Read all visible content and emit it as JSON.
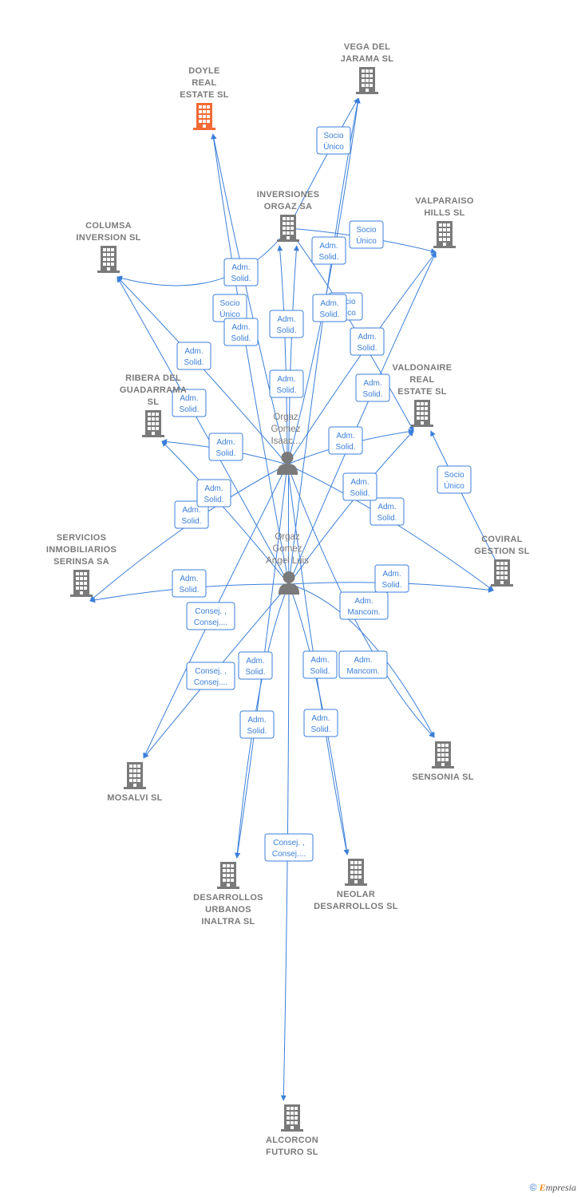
{
  "colors": {
    "edge": "#3b7fd9",
    "node": "#7a7a7a",
    "highlight": "#f26a35"
  },
  "companies": [
    {
      "id": "doyle",
      "lines": [
        "DOYLE",
        "REAL",
        "ESTATE  SL"
      ],
      "highlight": true
    },
    {
      "id": "vega",
      "lines": [
        "VEGA DEL",
        "JARAMA  SL"
      ]
    },
    {
      "id": "inversiones",
      "lines": [
        "INVERSIONES",
        "ORGAZ SA"
      ]
    },
    {
      "id": "valparaiso",
      "lines": [
        "VALPARAISO",
        "HILLS  SL"
      ]
    },
    {
      "id": "columsa",
      "lines": [
        "COLUMSA",
        "INVERSION  SL"
      ]
    },
    {
      "id": "ribera",
      "lines": [
        "RIBERA DEL",
        "GUADARRAMA",
        "SL"
      ]
    },
    {
      "id": "valdonaire",
      "lines": [
        "VALDONAIRE",
        "REAL",
        "ESTATE  SL"
      ]
    },
    {
      "id": "servicios",
      "lines": [
        "SERVICIOS",
        "INMOBILIARIOS",
        "SERINSA SA"
      ]
    },
    {
      "id": "coviral",
      "lines": [
        "COVIRAL",
        "GESTION  SL"
      ]
    },
    {
      "id": "mosalvi",
      "lines": [
        "MOSALVI SL"
      ]
    },
    {
      "id": "sensonia",
      "lines": [
        "SENSONIA  SL"
      ]
    },
    {
      "id": "desarrollos",
      "lines": [
        "DESARROLLOS",
        "URBANOS",
        "INALTRA  SL"
      ]
    },
    {
      "id": "neolar",
      "lines": [
        "NEOLAR",
        "DESARROLLOS SL"
      ]
    },
    {
      "id": "alcorcon",
      "lines": [
        "ALCORCON",
        "FUTURO SL"
      ]
    }
  ],
  "persons": [
    {
      "id": "isaac",
      "lines": [
        "Orgaz",
        "Gomez",
        "Isaac..."
      ]
    },
    {
      "id": "angel",
      "lines": [
        "Orgaz",
        "Gomez",
        "Angel Luis"
      ]
    }
  ],
  "edges": [
    {
      "from": "inversiones",
      "to": "vega",
      "label": [
        "Socio",
        "Único"
      ]
    },
    {
      "from": "inversiones",
      "to": "valparaiso",
      "label": [
        "Socio",
        "Único"
      ]
    },
    {
      "from": "inversiones",
      "to": "valdonaire",
      "label": [
        "Socio",
        "Único"
      ]
    },
    {
      "from": "inversiones",
      "to": "columsa",
      "label": [
        "Socio",
        "Único"
      ]
    },
    {
      "from": "coviral",
      "to": "valdonaire",
      "label": [
        "Socio",
        "Único"
      ]
    },
    {
      "from": "isaac",
      "to": "doyle",
      "label": [
        "Adm.",
        "Solid."
      ]
    },
    {
      "from": "isaac",
      "to": "vega",
      "label": [
        "Adm.",
        "Solid."
      ]
    },
    {
      "from": "isaac",
      "to": "inversiones",
      "label": [
        "Adm.",
        "Solid."
      ]
    },
    {
      "from": "isaac",
      "to": "valparaiso",
      "label": [
        "Adm.",
        "Solid."
      ]
    },
    {
      "from": "isaac",
      "to": "columsa",
      "label": [
        "Adm.",
        "Solid."
      ]
    },
    {
      "from": "isaac",
      "to": "ribera",
      "label": [
        "Adm.",
        "Solid."
      ]
    },
    {
      "from": "isaac",
      "to": "valdonaire",
      "label": [
        "Adm.",
        "Solid."
      ]
    },
    {
      "from": "isaac",
      "to": "servicios",
      "label": [
        "Adm.",
        "Solid."
      ]
    },
    {
      "from": "isaac",
      "to": "coviral",
      "label": [
        "Adm.",
        "Solid."
      ]
    },
    {
      "from": "isaac",
      "to": "mosalvi",
      "label": [
        "Consej. ,",
        "Consej...."
      ]
    },
    {
      "from": "isaac",
      "to": "sensonia",
      "label": [
        "Adm.",
        "Mancom."
      ]
    },
    {
      "from": "isaac",
      "to": "desarrollos",
      "label": [
        "Adm.",
        "Solid."
      ]
    },
    {
      "from": "isaac",
      "to": "neolar",
      "label": [
        "Adm.",
        "Solid."
      ]
    },
    {
      "from": "angel",
      "to": "doyle",
      "label": [
        "Adm.",
        "Solid."
      ]
    },
    {
      "from": "angel",
      "to": "vega",
      "label": [
        "Adm.",
        "Solid."
      ]
    },
    {
      "from": "angel",
      "to": "inversiones",
      "label": [
        "Adm.",
        "Solid."
      ]
    },
    {
      "from": "angel",
      "to": "valparaiso",
      "label": [
        "Adm.",
        "Solid."
      ]
    },
    {
      "from": "angel",
      "to": "columsa",
      "label": [
        "Adm.",
        "Solid."
      ]
    },
    {
      "from": "angel",
      "to": "ribera",
      "label": [
        "Adm.",
        "Solid."
      ]
    },
    {
      "from": "angel",
      "to": "valdonaire",
      "label": [
        "Adm.",
        "Solid."
      ]
    },
    {
      "from": "angel",
      "to": "servicios",
      "label": [
        "Adm.",
        "Solid."
      ]
    },
    {
      "from": "angel",
      "to": "coviral",
      "label": [
        "Adm.",
        "Solid."
      ]
    },
    {
      "from": "angel",
      "to": "mosalvi",
      "label": [
        "Consej. ,",
        "Consej...."
      ]
    },
    {
      "from": "angel",
      "to": "sensonia",
      "label": [
        "Adm.",
        "Mancom."
      ]
    },
    {
      "from": "angel",
      "to": "desarrollos",
      "label": [
        "Adm.",
        "Solid."
      ]
    },
    {
      "from": "angel",
      "to": "neolar",
      "label": [
        "Adm.",
        "Solid."
      ]
    },
    {
      "from": "angel",
      "to": "alcorcon",
      "label": [
        "Consej. ,",
        "Consej...."
      ]
    }
  ],
  "footer": {
    "copyright": "©",
    "brand_first": "E",
    "brand_rest": "mpresia"
  }
}
